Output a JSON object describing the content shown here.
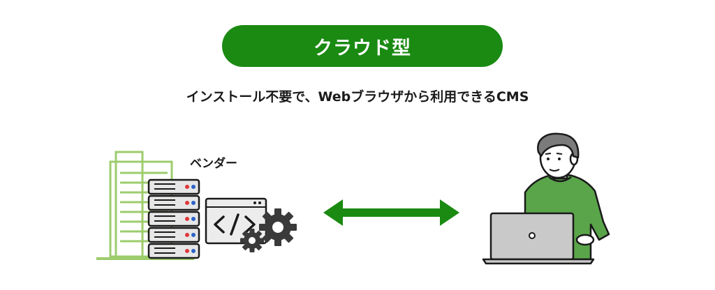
{
  "header": {
    "title": "クラウド型"
  },
  "description": "インストール不要で、Webブラウザから利用できるCMS",
  "vendor": {
    "label": "ベンダー"
  },
  "colors": {
    "primary_green": "#1a8a12",
    "building_green": "#9ccc6c",
    "shirt_green": "#5aa54a",
    "server_gray": "#e6e6e6",
    "laptop_gray": "#c9c9c9",
    "dark": "#1a1a1a",
    "indicator_red": "#e0363d",
    "indicator_blue": "#2b63c8"
  },
  "icons": [
    "building-icon",
    "server-rack-icon",
    "code-window-icon",
    "gear-icon",
    "bidirectional-arrow-icon",
    "user-with-laptop-icon"
  ]
}
